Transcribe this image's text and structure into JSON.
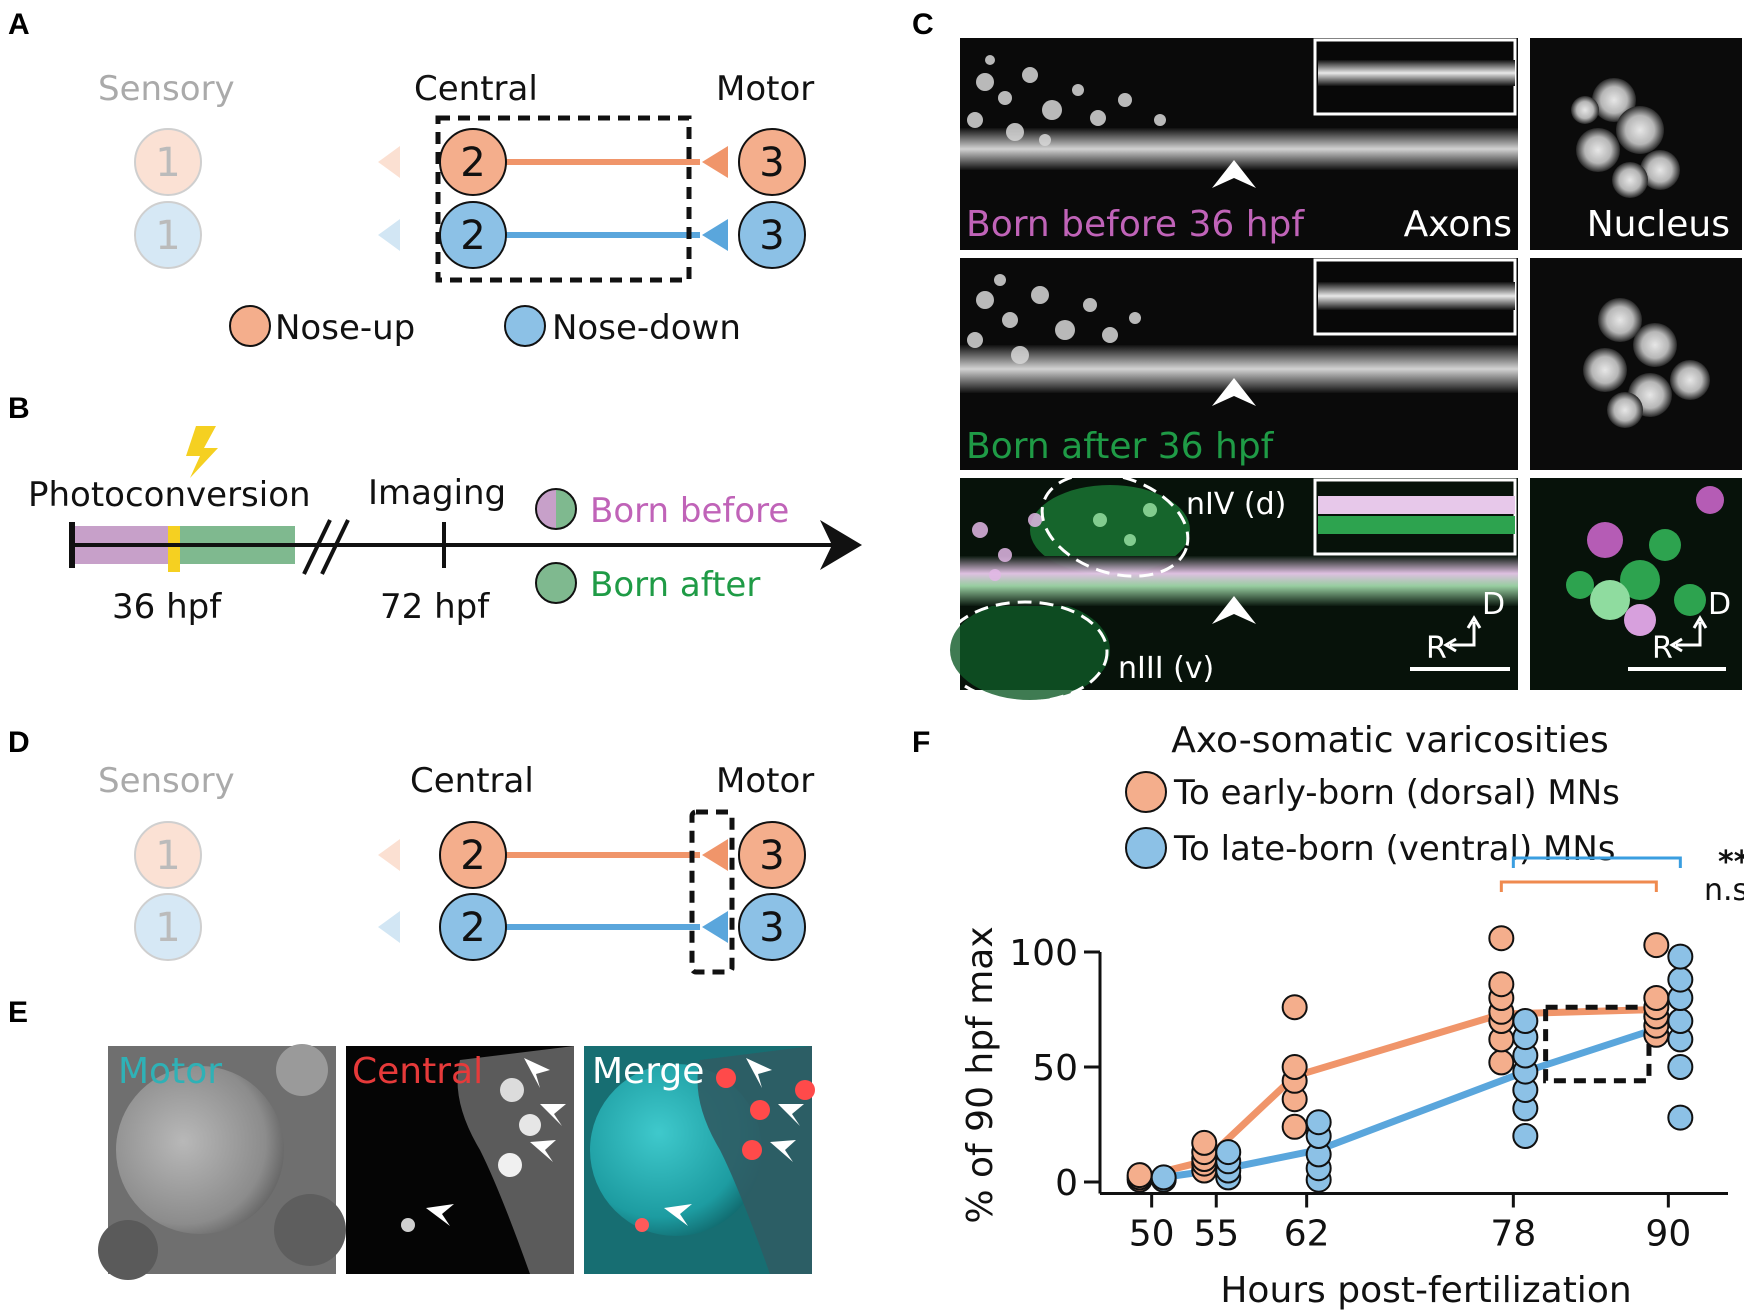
{
  "panels": {
    "A": {
      "label": "A",
      "headers": {
        "sensory": "Sensory",
        "central": "Central",
        "motor": "Motor"
      },
      "nodes": {
        "n1": "1",
        "n2": "2",
        "n3": "3"
      },
      "legend": {
        "up": "Nose-up",
        "down": "Nose-down"
      }
    },
    "B": {
      "label": "B",
      "photoconversion": "Photoconversion",
      "imaging": "Imaging",
      "t36": "36 hpf",
      "t72": "72 hpf",
      "born_before": "Born before",
      "born_after": "Born after"
    },
    "C": {
      "label": "C",
      "row1_caption": "Born before 36 hpf",
      "row2_caption": "Born after 36 hpf",
      "axons": "Axons",
      "nucleus": "Nucleus",
      "niv": "nIV (d)",
      "niii": "nIII (v)",
      "axis_d": "D",
      "axis_r": "R"
    },
    "D": {
      "label": "D",
      "headers": {
        "sensory": "Sensory",
        "central": "Central",
        "motor": "Motor"
      },
      "nodes": {
        "n1": "1",
        "n2": "2",
        "n3": "3"
      }
    },
    "E": {
      "label": "E",
      "motor": "Motor",
      "central": "Central",
      "merge": "Merge"
    }
  },
  "colors": {
    "up": "#f4ae8c",
    "up_line": "#f0956a",
    "down": "#8cc1e6",
    "down_line": "#5aa6dc",
    "magenta": "#c063b8",
    "green": "#1f9b46",
    "bar_magenta": "#c7a0c9",
    "bar_green": "#7fb98f",
    "yellow": "#f5d021",
    "cyan": "#2fb1b6",
    "red": "#e63a3a",
    "blue_bracket": "#3a9ee0",
    "orange_bracket": "#ef8a4f"
  },
  "chart_data": {
    "type": "scatter",
    "panel_label": "F",
    "title": "Axo-somatic varicosities",
    "legend": [
      "To early-born (dorsal) MNs",
      "To late-born (ventral) MNs"
    ],
    "xlabel": "Hours post-fertilization",
    "ylabel": "% of 90 hpf max",
    "x_ticks": [
      50,
      55,
      62,
      78,
      90
    ],
    "y_ticks": [
      0,
      50,
      100
    ],
    "ylim": [
      0,
      100
    ],
    "series": [
      {
        "name": "To early-born (dorsal) MNs",
        "mean_x": [
          50,
          55,
          62,
          78,
          90
        ],
        "mean_y": [
          2,
          9,
          46,
          73,
          75
        ],
        "points": [
          [
            50,
            1
          ],
          [
            50,
            2
          ],
          [
            50,
            3
          ],
          [
            55,
            5
          ],
          [
            55,
            8
          ],
          [
            55,
            10
          ],
          [
            55,
            13
          ],
          [
            55,
            17
          ],
          [
            62,
            24
          ],
          [
            62,
            36
          ],
          [
            62,
            44
          ],
          [
            62,
            50
          ],
          [
            62,
            76
          ],
          [
            78,
            52
          ],
          [
            78,
            62
          ],
          [
            78,
            70
          ],
          [
            78,
            74
          ],
          [
            78,
            80
          ],
          [
            78,
            86
          ],
          [
            78,
            106
          ],
          [
            90,
            64
          ],
          [
            90,
            68
          ],
          [
            90,
            72
          ],
          [
            90,
            76
          ],
          [
            90,
            80
          ],
          [
            90,
            103
          ]
        ]
      },
      {
        "name": "To late-born (ventral) MNs",
        "mean_x": [
          50,
          55,
          62,
          78,
          90
        ],
        "mean_y": [
          2,
          6,
          14,
          48,
          70
        ],
        "points": [
          [
            50,
            1
          ],
          [
            50,
            2
          ],
          [
            55,
            2
          ],
          [
            55,
            5
          ],
          [
            55,
            9
          ],
          [
            55,
            13
          ],
          [
            62,
            1
          ],
          [
            62,
            6
          ],
          [
            62,
            12
          ],
          [
            62,
            20
          ],
          [
            62,
            26
          ],
          [
            78,
            20
          ],
          [
            78,
            32
          ],
          [
            78,
            40
          ],
          [
            78,
            48
          ],
          [
            78,
            55
          ],
          [
            78,
            63
          ],
          [
            78,
            70
          ],
          [
            90,
            28
          ],
          [
            90,
            50
          ],
          [
            90,
            62
          ],
          [
            90,
            70
          ],
          [
            90,
            80
          ],
          [
            90,
            88
          ],
          [
            90,
            98
          ]
        ]
      }
    ],
    "significance": [
      {
        "label": "**",
        "between": [
          78,
          90
        ],
        "series": "To late-born (ventral) MNs"
      },
      {
        "label": "n.s.",
        "between": [
          78,
          90
        ],
        "series": "To early-born (dorsal) MNs"
      }
    ]
  }
}
